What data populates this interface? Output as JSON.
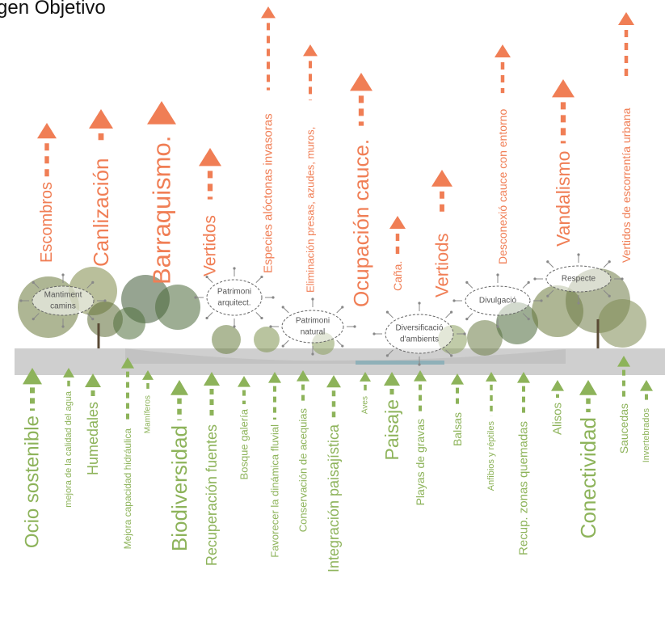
{
  "title": "gen Objetivo",
  "colors": {
    "threat": "#f07e55",
    "objective": "#8db35a",
    "ground": "#cfcfcf",
    "bubble_text": "#555555"
  },
  "threats": [
    "Escombros",
    "Canlización",
    "Barraquismo.",
    "Vertidos",
    "Especies alóctonas invasoras",
    "Eliminación presas, azudes, muros,",
    "Ocupación cauce.",
    "Caña.",
    "Vertiods",
    "Desconexió cauce con entorno",
    "Vandalismo",
    "Vertidos de escorrentía urbana"
  ],
  "bubbles": [
    {
      "lines": [
        "Mantiment",
        "camins"
      ]
    },
    {
      "lines": [
        "Patrimoni",
        "arquitect."
      ]
    },
    {
      "lines": [
        "Patrimoni",
        "natural"
      ]
    },
    {
      "lines": [
        "Diversificació",
        "d'ambients"
      ]
    },
    {
      "lines": [
        "Divulgació"
      ]
    },
    {
      "lines": [
        "Respecte"
      ]
    }
  ],
  "objectives": [
    "Ocio sostenible",
    "mejora de la calidad del agua",
    "Humedales",
    "Mejora capacidad hidráulica",
    "Mamíferos",
    "Biodiversidad",
    "Recuperación fuentes",
    "Bosque galería",
    "Favorecer la dinámica fluvial",
    "Conservación de acequias",
    "Integración paisajística",
    "Aves",
    "Paisaje",
    "Playas de gravas",
    "Balsas",
    "Anfibios y réptiles",
    "Recup. zonas quemadas",
    "Alisos",
    "Conectividad",
    "Saucedas",
    "Invertebrados"
  ]
}
